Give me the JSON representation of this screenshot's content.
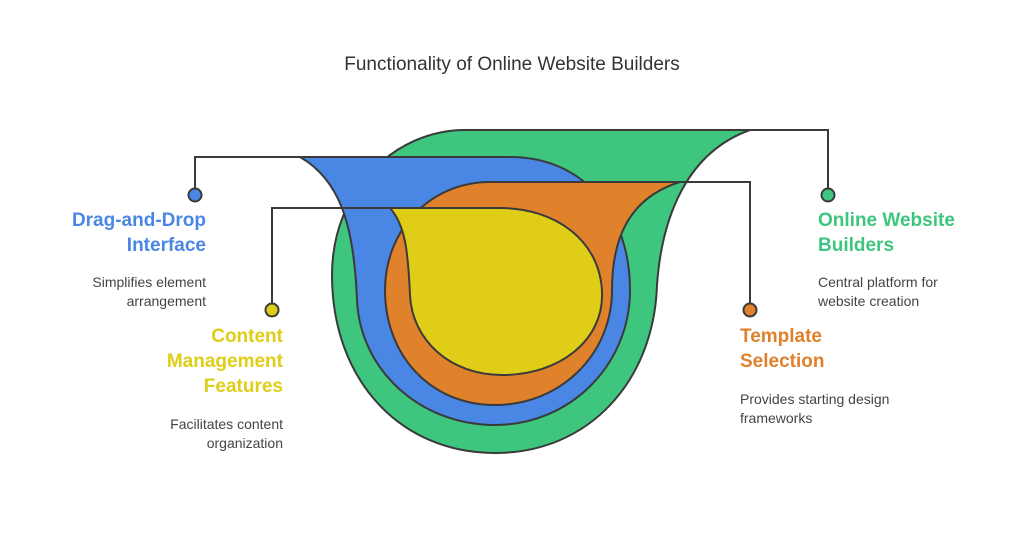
{
  "title": "Functionality of Online Website Builders",
  "colors": {
    "green": "#3ec67f",
    "blue": "#4a86e4",
    "orange": "#e0812c",
    "yellow": "#dfcd17",
    "outline": "#3a3a3a"
  },
  "items": [
    {
      "key": "online-website-builders",
      "title_lines": [
        "Online Website",
        "Builders"
      ],
      "description_lines": [
        "Central platform for",
        "website creation"
      ],
      "color": "#3ec67f",
      "side": "right"
    },
    {
      "key": "drag-and-drop-interface",
      "title_lines": [
        "Drag-and-Drop",
        "Interface"
      ],
      "description_lines": [
        "Simplifies element",
        "arrangement"
      ],
      "color": "#4a86e4",
      "side": "left"
    },
    {
      "key": "template-selection",
      "title_lines": [
        "Template",
        "Selection"
      ],
      "description_lines": [
        "Provides starting design",
        "frameworks"
      ],
      "color": "#e0812c",
      "side": "right"
    },
    {
      "key": "content-management-features",
      "title_lines": [
        "Content",
        "Management",
        "Features"
      ],
      "description_lines": [
        "Facilitates content",
        "organization"
      ],
      "color": "#dfcd17",
      "side": "left"
    }
  ]
}
